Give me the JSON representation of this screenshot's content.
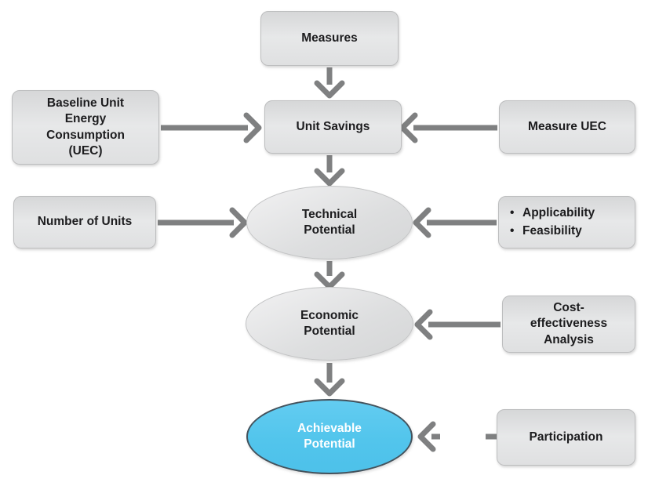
{
  "diagram": {
    "background_color": "#ffffff",
    "shape_fill_gray": "#e0e1e2",
    "shape_fill_blue": "#55c6ee",
    "arrow_color": "#7f8081",
    "nodes": {
      "measures": {
        "label": "Measures",
        "shape": "rect"
      },
      "baseline_uec": {
        "label": "Baseline Unit\nEnergy\nConsumption\n(UEC)",
        "shape": "rect"
      },
      "unit_savings": {
        "label": "Unit Savings",
        "shape": "rect"
      },
      "measure_uec": {
        "label": "Measure UEC",
        "shape": "rect"
      },
      "number_of_units": {
        "label": "Number of Units",
        "shape": "rect"
      },
      "technical_potential": {
        "label": "Technical\nPotential",
        "shape": "ellipse"
      },
      "applicability_feasibility": {
        "items": [
          "Applicability",
          "Feasibility"
        ],
        "shape": "rect"
      },
      "economic_potential": {
        "label": "Economic\nPotential",
        "shape": "ellipse"
      },
      "cost_effectiveness": {
        "label": "Cost-\neffectiveness\nAnalysis",
        "shape": "rect"
      },
      "achievable_potential": {
        "label": "Achievable\nPotential",
        "shape": "ellipse-blue"
      },
      "participation": {
        "label": "Participation",
        "shape": "rect"
      }
    },
    "edges": [
      {
        "from": "measures",
        "to": "unit_savings",
        "style": "solid"
      },
      {
        "from": "baseline_uec",
        "to": "unit_savings",
        "style": "solid"
      },
      {
        "from": "measure_uec",
        "to": "unit_savings",
        "style": "solid"
      },
      {
        "from": "unit_savings",
        "to": "technical_potential",
        "style": "solid"
      },
      {
        "from": "number_of_units",
        "to": "technical_potential",
        "style": "solid"
      },
      {
        "from": "applicability_feasibility",
        "to": "technical_potential",
        "style": "solid"
      },
      {
        "from": "technical_potential",
        "to": "economic_potential",
        "style": "solid"
      },
      {
        "from": "cost_effectiveness",
        "to": "economic_potential",
        "style": "solid"
      },
      {
        "from": "economic_potential",
        "to": "achievable_potential",
        "style": "solid"
      },
      {
        "from": "participation",
        "to": "achievable_potential",
        "style": "dashed"
      }
    ]
  }
}
